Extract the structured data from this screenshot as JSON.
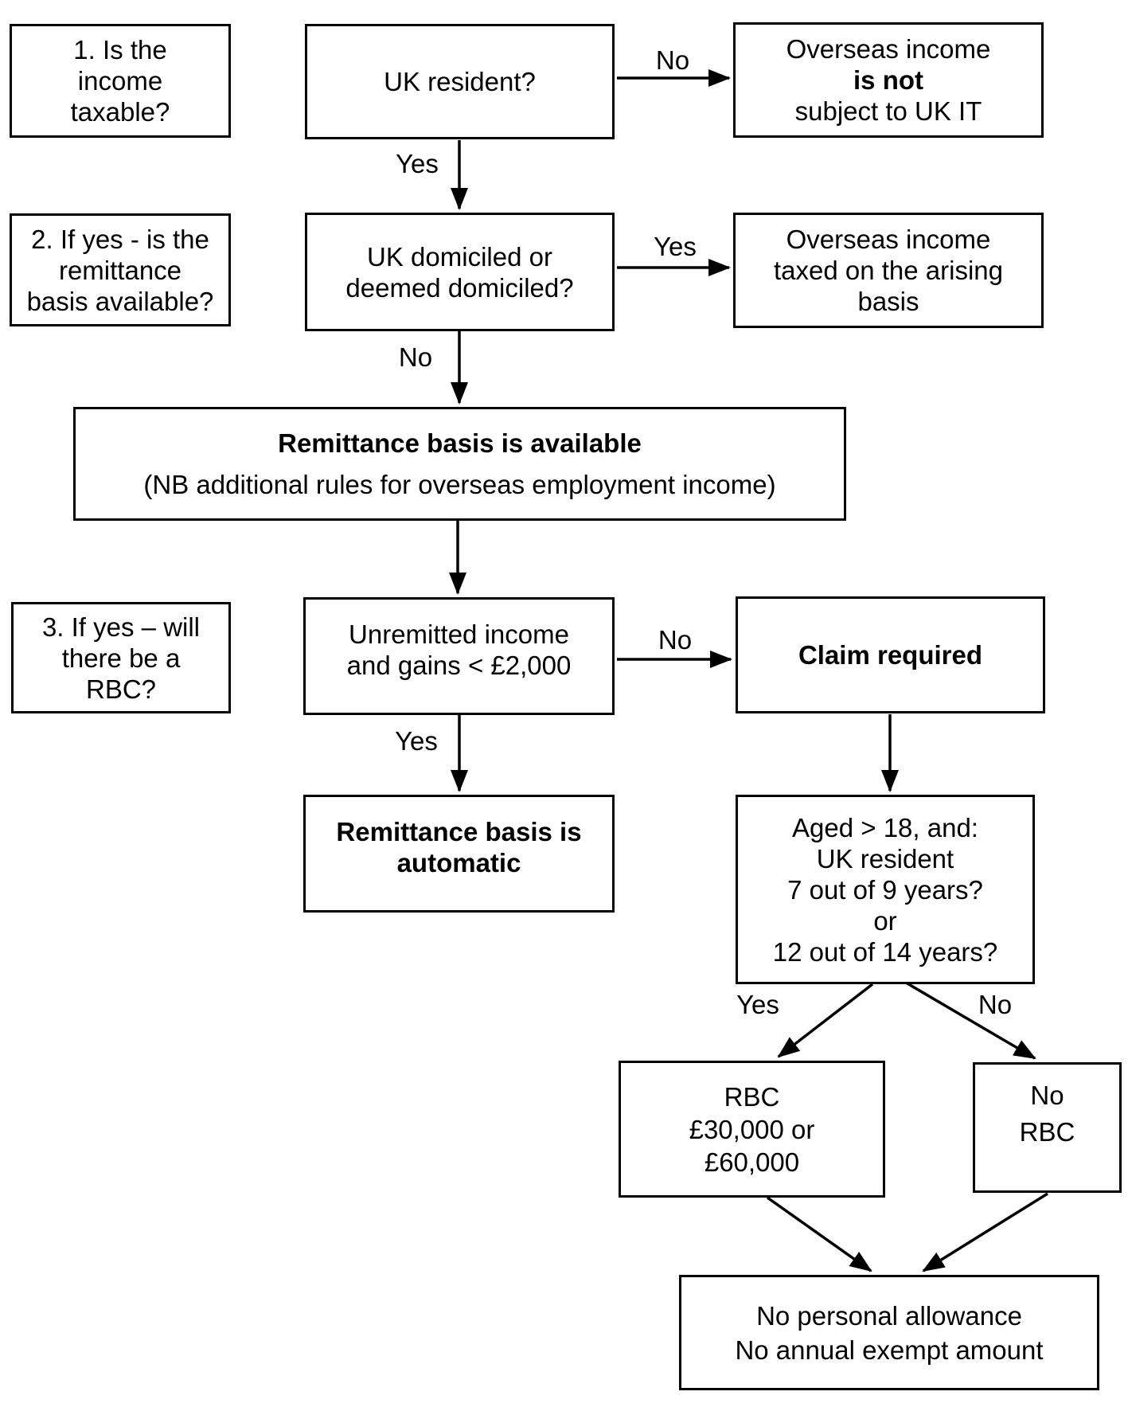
{
  "colors": {
    "ink": "#000000",
    "background": "#ffffff"
  },
  "labels": {
    "yes": "Yes",
    "no": "No"
  },
  "nodes": {
    "q1": {
      "lines": [
        "1. Is the",
        "income",
        "taxable?"
      ]
    },
    "uk_resident": {
      "lines": [
        "UK resident?"
      ]
    },
    "overseas_not_taxed": {
      "line1": "Overseas income",
      "line2_bold": "is not",
      "line3": "subject to UK IT"
    },
    "q2": {
      "lines": [
        "2. If yes - is the",
        "remittance",
        "basis available?"
      ]
    },
    "uk_domiciled": {
      "lines": [
        "UK domiciled or",
        "deemed domiciled?"
      ]
    },
    "arising_basis": {
      "lines": [
        "Overseas income",
        "taxed on the arising",
        "basis"
      ]
    },
    "rb_available": {
      "title_bold": "Remittance basis is available",
      "note": "(NB additional rules for overseas employment income)"
    },
    "q3": {
      "lines": [
        "3. If yes – will",
        "there be a",
        "RBC?"
      ]
    },
    "unremitted": {
      "lines": [
        "Unremitted income",
        "and gains < £2,000"
      ]
    },
    "claim_required": {
      "lines": [
        "Claim required"
      ]
    },
    "rb_automatic": {
      "lines": [
        "Remittance basis is",
        "automatic"
      ]
    },
    "aged_test": {
      "lines": [
        "Aged > 18, and:",
        "UK resident",
        "7 out of 9 years?",
        "or",
        "12 out of 14 years?"
      ]
    },
    "rbc_charge": {
      "lines": [
        "RBC",
        "£30,000 or",
        "£60,000"
      ]
    },
    "no_rbc": {
      "lines": [
        "No",
        "RBC"
      ]
    },
    "no_allowance": {
      "lines": [
        "No personal allowance",
        "No annual exempt amount"
      ]
    }
  }
}
